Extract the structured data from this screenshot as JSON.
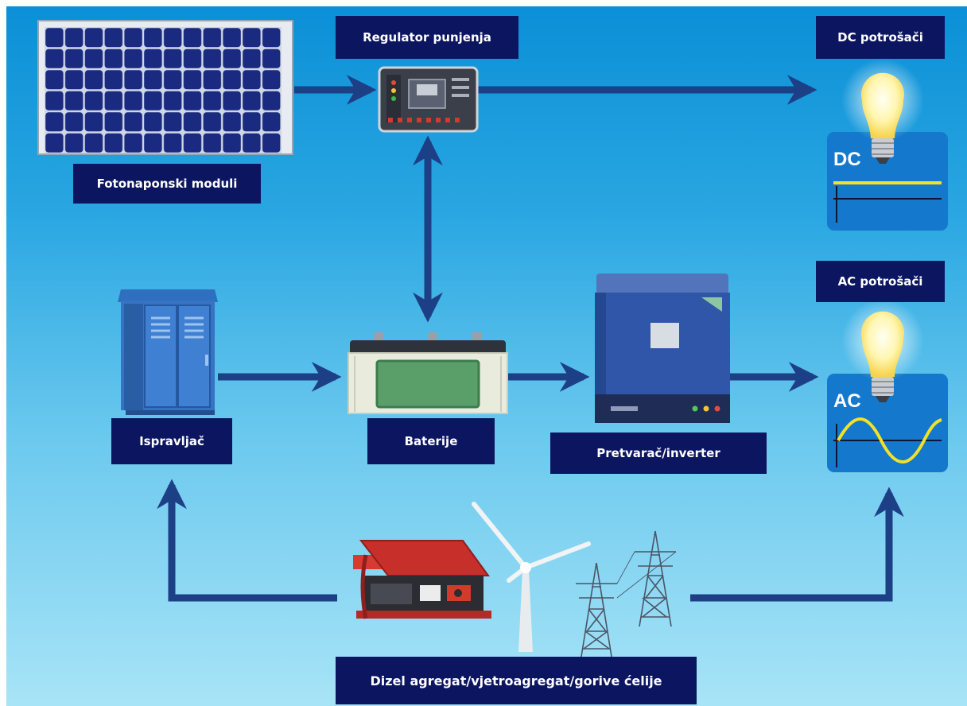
{
  "labels": {
    "pv": "Fotonaponski moduli",
    "regulator": "Regulator punjenja",
    "dc_loads": "DC potrošači",
    "ac_loads": "AC potrošači",
    "rectifier": "Ispravljač",
    "batteries": "Baterije",
    "inverter": "Pretvarač/inverter",
    "sources": "Dizel agregat/vjetroagregat/gorive ćelije"
  },
  "panel_text": {
    "dc": "DC",
    "ac": "AC"
  },
  "colors": {
    "label_bg": "#0c1660",
    "arrow": "#1d3f86",
    "panel": "#1478cc",
    "signal": "#f2e02a",
    "solar_cell": "#1a2a80"
  },
  "icons": [
    "solar-panel-icon",
    "charge-regulator-icon",
    "light-bulb-icon",
    "rectifier-cabinet-icon",
    "battery-icon",
    "inverter-icon",
    "generator-icon",
    "wind-turbine-icon",
    "power-pylon-icon"
  ]
}
